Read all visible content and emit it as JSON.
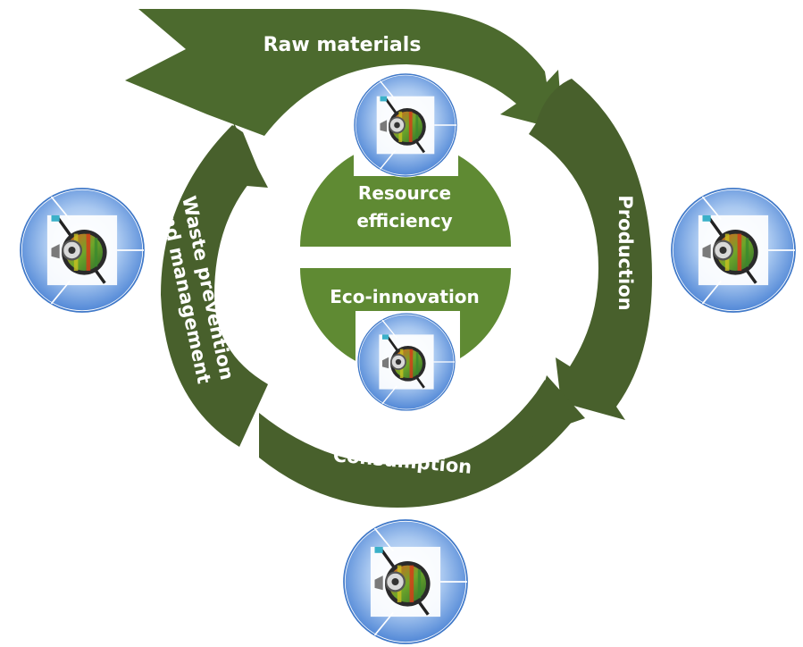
{
  "diagram": {
    "stages": {
      "raw_materials": "Raw materials",
      "production": "Production",
      "consumption": "Consumption",
      "waste_line1": "Waste prevention",
      "waste_line2": "and management"
    },
    "center": {
      "resource_line1": "Resource",
      "resource_line2": "efficiency",
      "eco": "Eco-innovation"
    },
    "colors": {
      "arrow_dark": "#48602c",
      "arrow_mid": "#557236",
      "center_fill": "#5f8a33",
      "badge_blue": "#4f8ad8",
      "badge_light": "#cfe2f8"
    },
    "icons": [
      "gear-assembly-icon",
      "gear-assembly-icon",
      "gear-assembly-icon",
      "gear-assembly-icon",
      "gear-assembly-icon"
    ]
  }
}
